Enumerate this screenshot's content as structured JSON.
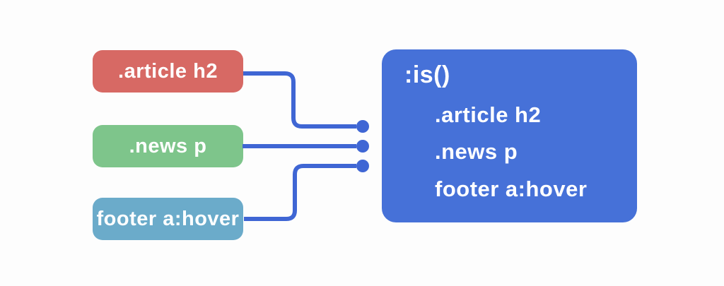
{
  "diagram": {
    "background_color": "#fdfdfd",
    "text_color": "#ffffff",
    "connector_color": "#3f66d4",
    "source_selectors": [
      {
        "label": ".article h2",
        "color": "#d76964"
      },
      {
        "label": ".news p",
        "color": "#7ec58b"
      },
      {
        "label": "footer a:hover",
        "color": "#6babca"
      }
    ],
    "group_box": {
      "title": ":is()",
      "items": [
        ".article h2",
        ".news p",
        "footer a:hover"
      ],
      "color": "#4671d8"
    }
  }
}
